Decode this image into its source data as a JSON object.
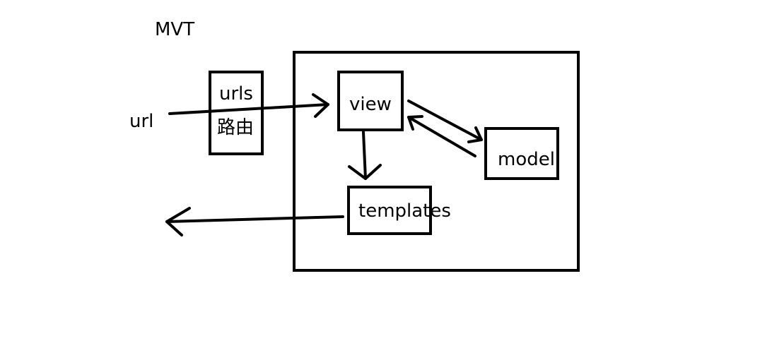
{
  "title": "MVT",
  "nodes": {
    "url": "url",
    "urls": "urls",
    "urls_sub": "路由",
    "view": "view",
    "model": "model",
    "templates": "templates"
  },
  "colors": {
    "stroke": "#000000",
    "background": "#ffffff"
  }
}
